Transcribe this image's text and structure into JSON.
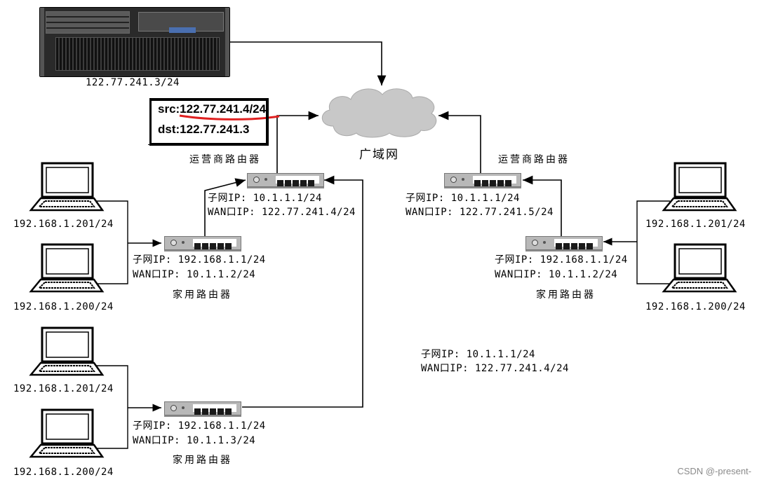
{
  "server": {
    "ip": "122.77.241.3/24"
  },
  "annotation": {
    "src": "src:122.77.241.4/24",
    "dst": "dst:122.77.241.3"
  },
  "cloud": {
    "label": "广域网"
  },
  "isp_left": {
    "name": "运营商路由器",
    "subnet": "子网IP: 10.1.1.1/24",
    "wan": "WAN口IP: 122.77.241.4/24"
  },
  "isp_right": {
    "name": "运营商路由器",
    "subnet": "子网IP: 10.1.1.1/24",
    "wan": "WAN口IP: 122.77.241.5/24"
  },
  "home_top_left": {
    "name": "家用路由器",
    "subnet": "子网IP: 192.168.1.1/24",
    "wan": "WAN口IP: 10.1.1.2/24"
  },
  "home_bottom_left": {
    "name": "家用路由器",
    "subnet": "子网IP: 192.168.1.1/24",
    "wan": "WAN口IP: 10.1.1.3/24"
  },
  "home_right": {
    "name": "家用路由器",
    "subnet": "子网IP: 192.168.1.1/24",
    "wan": "WAN口IP: 10.1.1.2/24"
  },
  "hosts": {
    "left_a": "192.168.1.201/24",
    "left_b": "192.168.1.200/24",
    "left_c": "192.168.1.201/24",
    "left_d": "192.168.1.200/24",
    "right_a": "192.168.1.201/24",
    "right_b": "192.168.1.200/24"
  },
  "note": {
    "subnet": "子网IP: 10.1.1.1/24",
    "wan": "WAN口IP: 122.77.241.4/24"
  },
  "colors": {
    "highlight": "#e02020",
    "port": "#1a1a1a",
    "cloud": "#c8c8c8"
  },
  "watermark": "CSDN @-present-"
}
